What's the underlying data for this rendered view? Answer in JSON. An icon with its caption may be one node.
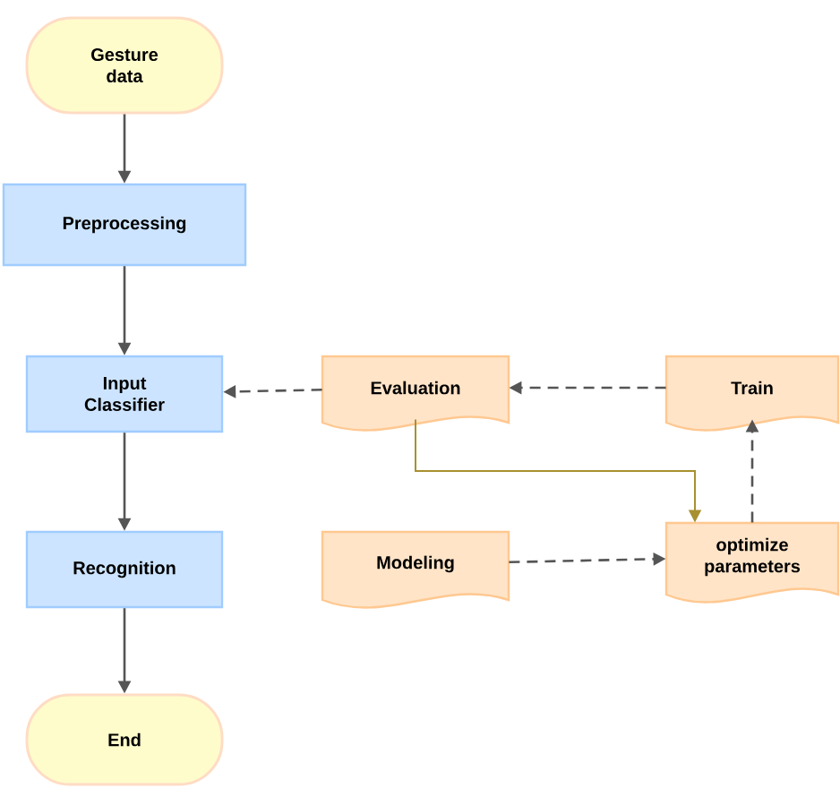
{
  "diagram": {
    "nodes": [
      {
        "text": [
          "Gesture data"
        ]
      },
      {
        "text": [
          "Preprocessing"
        ]
      },
      {
        "text": [
          "Input Classifier"
        ]
      },
      {
        "text": [
          "Evaluation"
        ]
      },
      {
        "text": [
          "Train"
        ]
      },
      {
        "text": [
          "Recognition"
        ]
      },
      {
        "text": [
          "End"
        ]
      },
      {
        "text": [
          "Modeling"
        ]
      },
      {
        "text": [
          "optimize parameters"
        ]
      }
    ],
    "edges": [
      {
        "from": 0,
        "to": 1,
        "arrow": "to"
      },
      {
        "from": 1,
        "to": 2,
        "arrow": "to"
      },
      {
        "from": 3,
        "to": 2,
        "arrow": "to",
        "style": "dashed"
      },
      {
        "from": 4,
        "to": 3,
        "arrow": "to",
        "style": "dashed"
      },
      {
        "from": 3,
        "to": 8,
        "arrow": "to",
        "color": "#a89030"
      },
      {
        "from": 2,
        "to": 5,
        "arrow": "to"
      },
      {
        "from": 7,
        "to": 8,
        "arrow": "to",
        "style": "dashed"
      },
      {
        "from": 8,
        "to": 4,
        "arrow": "to",
        "style": "dashed"
      },
      {
        "from": 5,
        "to": 6,
        "arrow": "to"
      }
    ]
  }
}
